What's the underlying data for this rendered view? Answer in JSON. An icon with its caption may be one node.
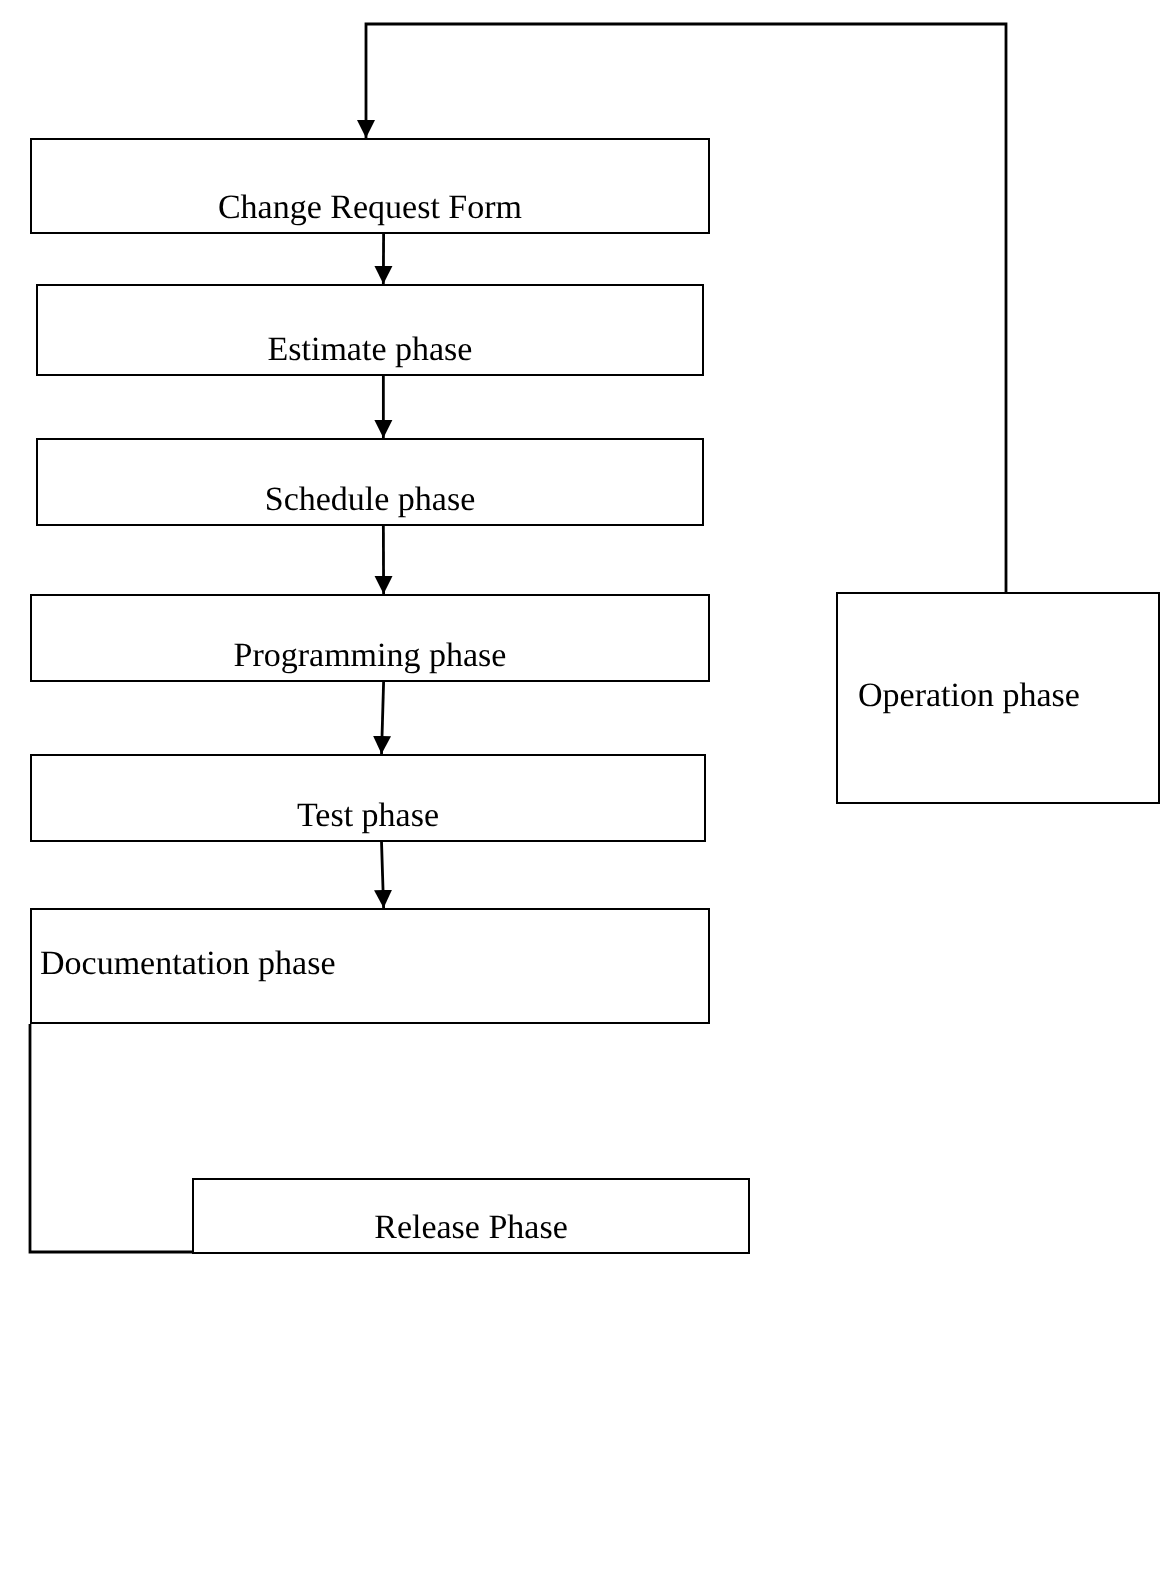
{
  "diagram": {
    "nodes": [
      {
        "text": [
          "Change Request Form"
        ]
      },
      {
        "text": [
          "Estimate phase"
        ]
      },
      {
        "text": [
          "Schedule phase"
        ]
      },
      {
        "text": [
          "Programming phase"
        ]
      },
      {
        "text": [
          "Test phase"
        ]
      },
      {
        "text": [
          "Documentation phase"
        ]
      },
      {
        "text": [
          "Release Phase"
        ]
      },
      {
        "text": [
          "Operation phase"
        ]
      }
    ],
    "edges": [
      {
        "from": 7,
        "to": 0,
        "arrow": "to"
      },
      {
        "from": 0,
        "to": 1,
        "arrow": "to"
      },
      {
        "from": 1,
        "to": 2,
        "arrow": "to"
      },
      {
        "from": 2,
        "to": 3,
        "arrow": "to"
      },
      {
        "from": 3,
        "to": 4,
        "arrow": "to"
      },
      {
        "from": 4,
        "to": 5,
        "arrow": "to"
      },
      {
        "from": 5,
        "to": 6,
        "arrow": "none"
      }
    ]
  }
}
